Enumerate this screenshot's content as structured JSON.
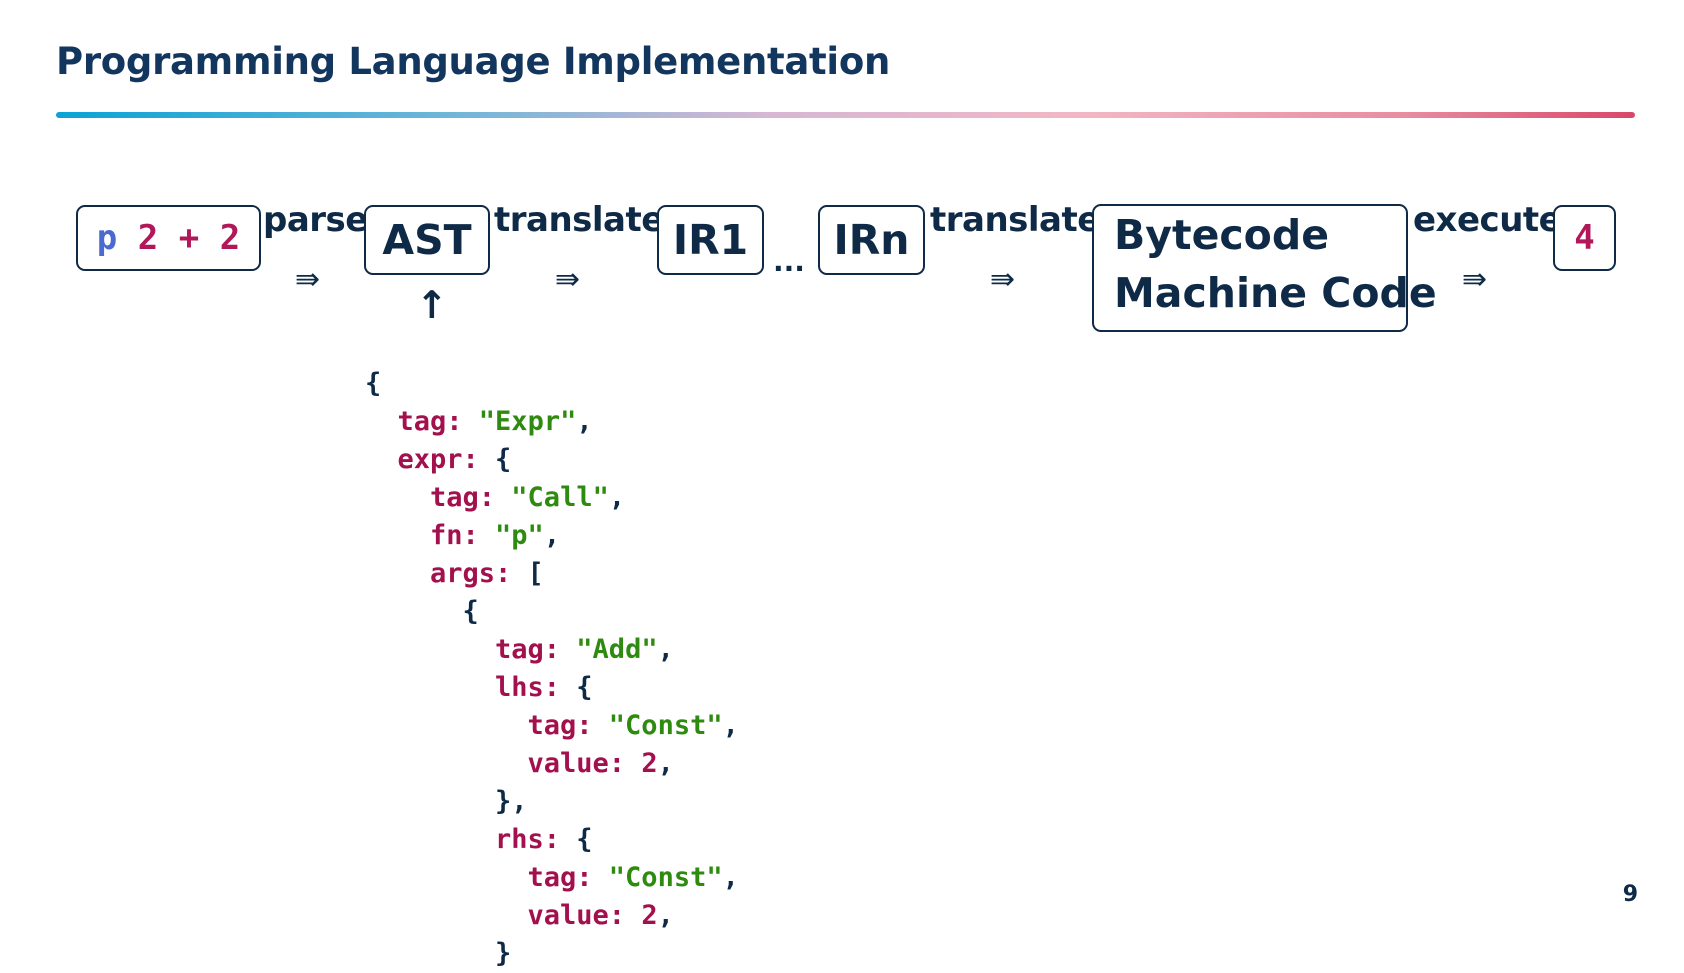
{
  "slide": {
    "title": "Programming Language Implementation",
    "page_number": "9"
  },
  "pipeline": {
    "source": {
      "fn": "p",
      "arg1": "2",
      "op": "+",
      "arg2": "2"
    },
    "parse_label": "parse",
    "ast_label": "AST",
    "translate_label_1": "translate",
    "ir1_label": "IR1",
    "ellipsis": "...",
    "irn_label": "IRn",
    "translate_label_2": "translate",
    "target_line_1": "Bytecode",
    "target_line_2": "Machine Code",
    "execute_label": "execute",
    "result": "4",
    "arrow_glyph": "⇛",
    "up_arrow_glyph": "↑"
  },
  "ast_json": [
    {
      "indent": 0,
      "parts": [
        [
          "p",
          "{"
        ]
      ]
    },
    {
      "indent": 1,
      "parts": [
        [
          "k",
          "tag:"
        ],
        [
          "p",
          " "
        ],
        [
          "s",
          "\"Expr\""
        ],
        [
          "p",
          ","
        ]
      ]
    },
    {
      "indent": 1,
      "parts": [
        [
          "k",
          "expr:"
        ],
        [
          "p",
          " {"
        ]
      ]
    },
    {
      "indent": 2,
      "parts": [
        [
          "k",
          "tag:"
        ],
        [
          "p",
          " "
        ],
        [
          "s",
          "\"Call\""
        ],
        [
          "p",
          ","
        ]
      ]
    },
    {
      "indent": 2,
      "parts": [
        [
          "k",
          "fn:"
        ],
        [
          "p",
          " "
        ],
        [
          "s",
          "\"p\""
        ],
        [
          "p",
          ","
        ]
      ]
    },
    {
      "indent": 2,
      "parts": [
        [
          "k",
          "args:"
        ],
        [
          "p",
          " ["
        ]
      ]
    },
    {
      "indent": 3,
      "parts": [
        [
          "p",
          "{"
        ]
      ]
    },
    {
      "indent": 4,
      "parts": [
        [
          "k",
          "tag:"
        ],
        [
          "p",
          " "
        ],
        [
          "s",
          "\"Add\""
        ],
        [
          "p",
          ","
        ]
      ]
    },
    {
      "indent": 4,
      "parts": [
        [
          "k",
          "lhs:"
        ],
        [
          "p",
          " {"
        ]
      ]
    },
    {
      "indent": 5,
      "parts": [
        [
          "k",
          "tag:"
        ],
        [
          "p",
          " "
        ],
        [
          "s",
          "\"Const\""
        ],
        [
          "p",
          ","
        ]
      ]
    },
    {
      "indent": 5,
      "parts": [
        [
          "k",
          "value:"
        ],
        [
          "p",
          " "
        ],
        [
          "n",
          "2"
        ],
        [
          "p",
          ","
        ]
      ]
    },
    {
      "indent": 4,
      "parts": [
        [
          "p",
          "},"
        ]
      ]
    },
    {
      "indent": 4,
      "parts": [
        [
          "k",
          "rhs:"
        ],
        [
          "p",
          " {"
        ]
      ]
    },
    {
      "indent": 5,
      "parts": [
        [
          "k",
          "tag:"
        ],
        [
          "p",
          " "
        ],
        [
          "s",
          "\"Const\""
        ],
        [
          "p",
          ","
        ]
      ]
    },
    {
      "indent": 5,
      "parts": [
        [
          "k",
          "value:"
        ],
        [
          "p",
          " "
        ],
        [
          "n",
          "2"
        ],
        [
          "p",
          ","
        ]
      ]
    },
    {
      "indent": 4,
      "parts": [
        [
          "p",
          "}"
        ]
      ]
    }
  ]
}
